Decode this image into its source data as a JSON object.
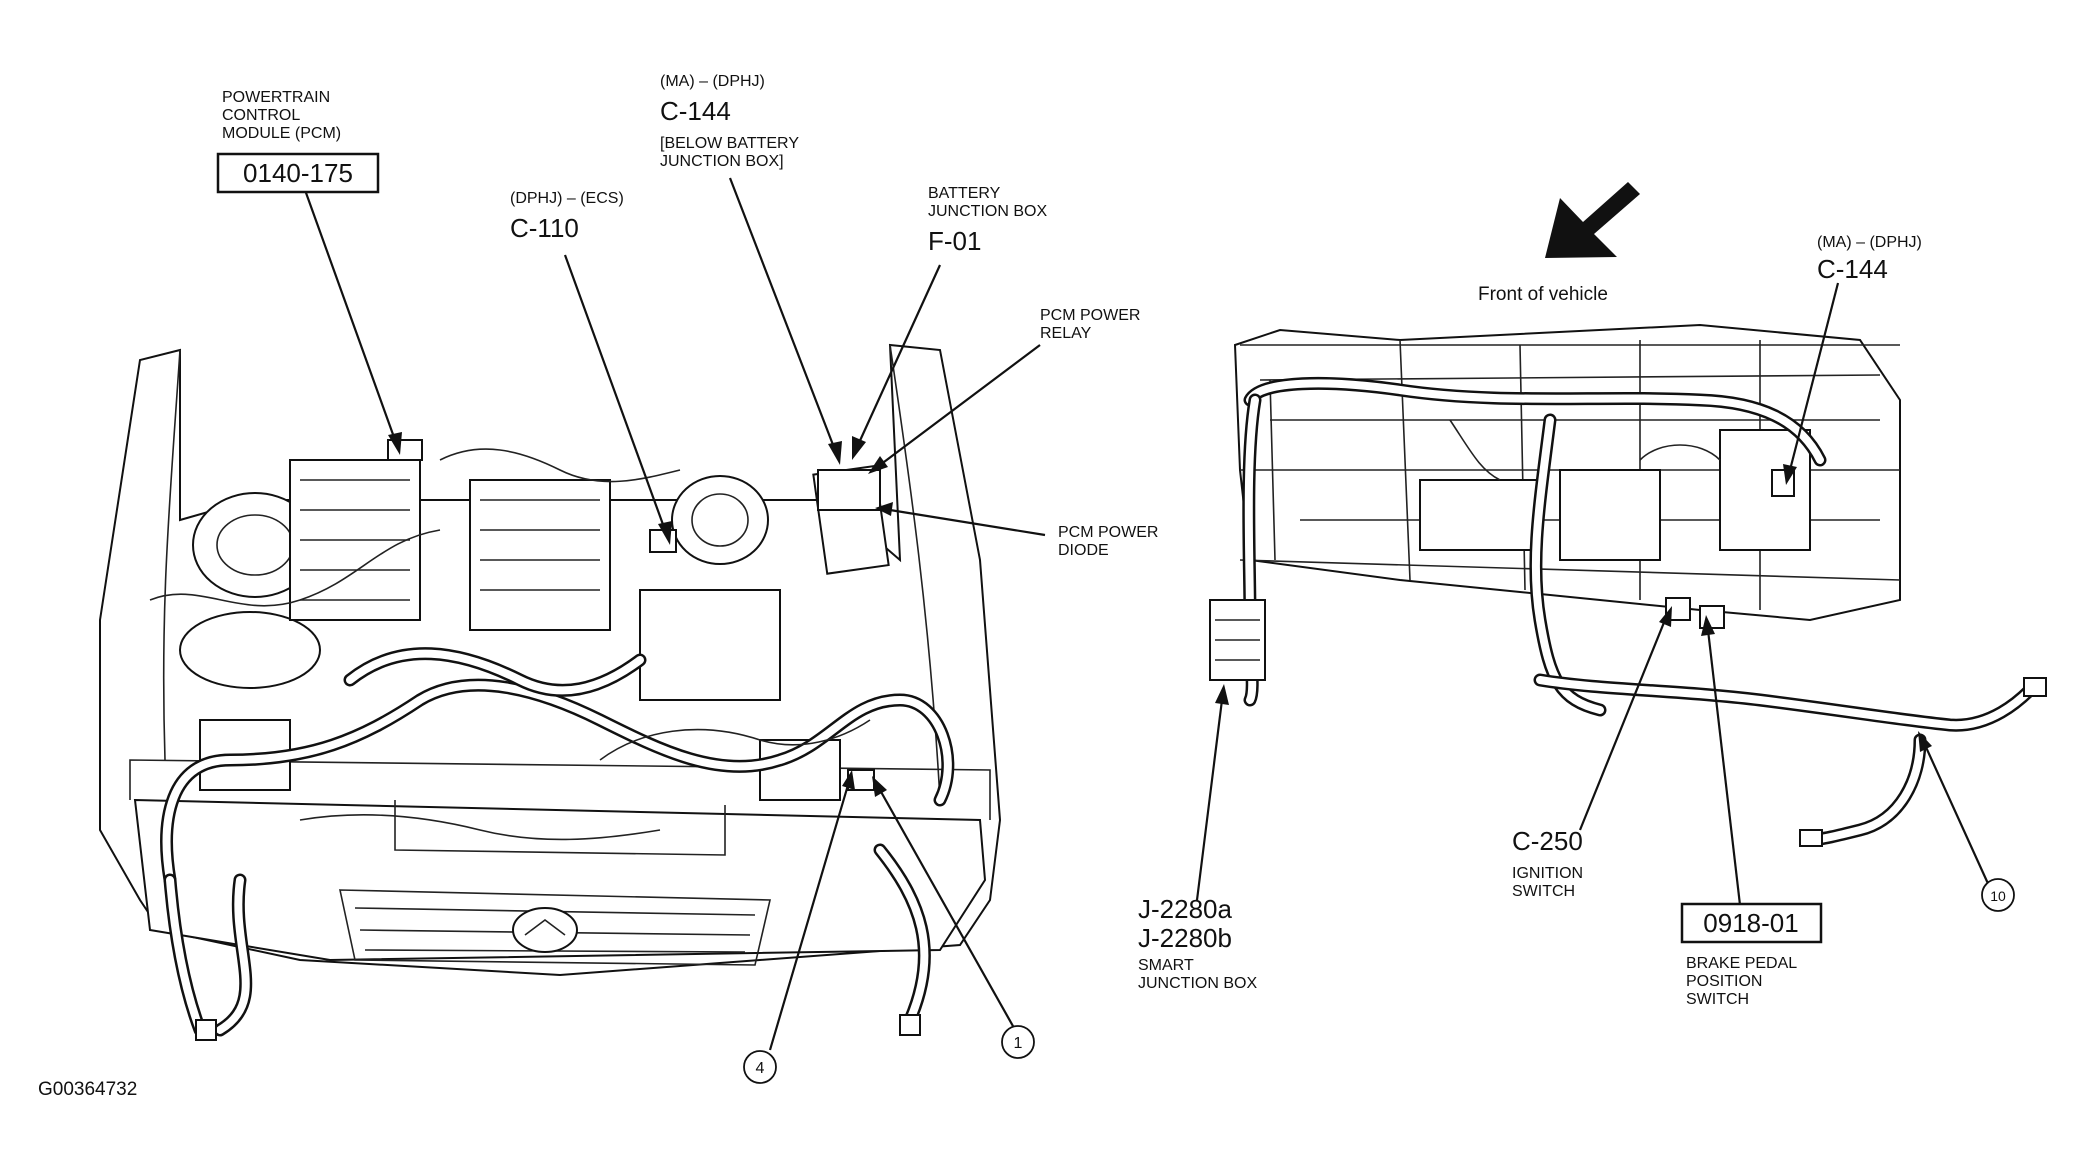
{
  "labels": {
    "pcm": {
      "line1": "POWERTRAIN",
      "line2": "CONTROL",
      "line3": "MODULE (PCM)",
      "box": "0140-175"
    },
    "c110": {
      "code": "(DPHJ) – (ECS)",
      "name": "C-110"
    },
    "c144_top": {
      "code": "(MA) – (DPHJ)",
      "name": "C-144",
      "note1": "[BELOW BATTERY",
      "note2": "JUNCTION BOX]"
    },
    "battery_jb": {
      "line1": "BATTERY",
      "line2": "JUNCTION BOX",
      "name": "F-01"
    },
    "pcm_relay": {
      "line1": "PCM POWER",
      "line2": "RELAY"
    },
    "pcm_diode": {
      "line1": "PCM POWER",
      "line2": "DIODE"
    },
    "front": {
      "text": "Front of vehicle"
    },
    "c144_right": {
      "code": "(MA) – (DPHJ)",
      "name": "C-144"
    },
    "c250": {
      "name": "C-250",
      "line1": "IGNITION",
      "line2": "SWITCH"
    },
    "brake": {
      "box": "0918-01",
      "line1": "BRAKE PEDAL",
      "line2": "POSITION",
      "line3": "SWITCH"
    },
    "sjb": {
      "name1": "J-2280a",
      "name2": "J-2280b",
      "line1": "SMART",
      "line2": "JUNCTION BOX"
    },
    "callouts": {
      "c1": "1",
      "c4": "4",
      "c10": "10"
    },
    "figure_id": "G00364732"
  },
  "colors": {
    "ink": "#111111",
    "paper": "#ffffff"
  }
}
